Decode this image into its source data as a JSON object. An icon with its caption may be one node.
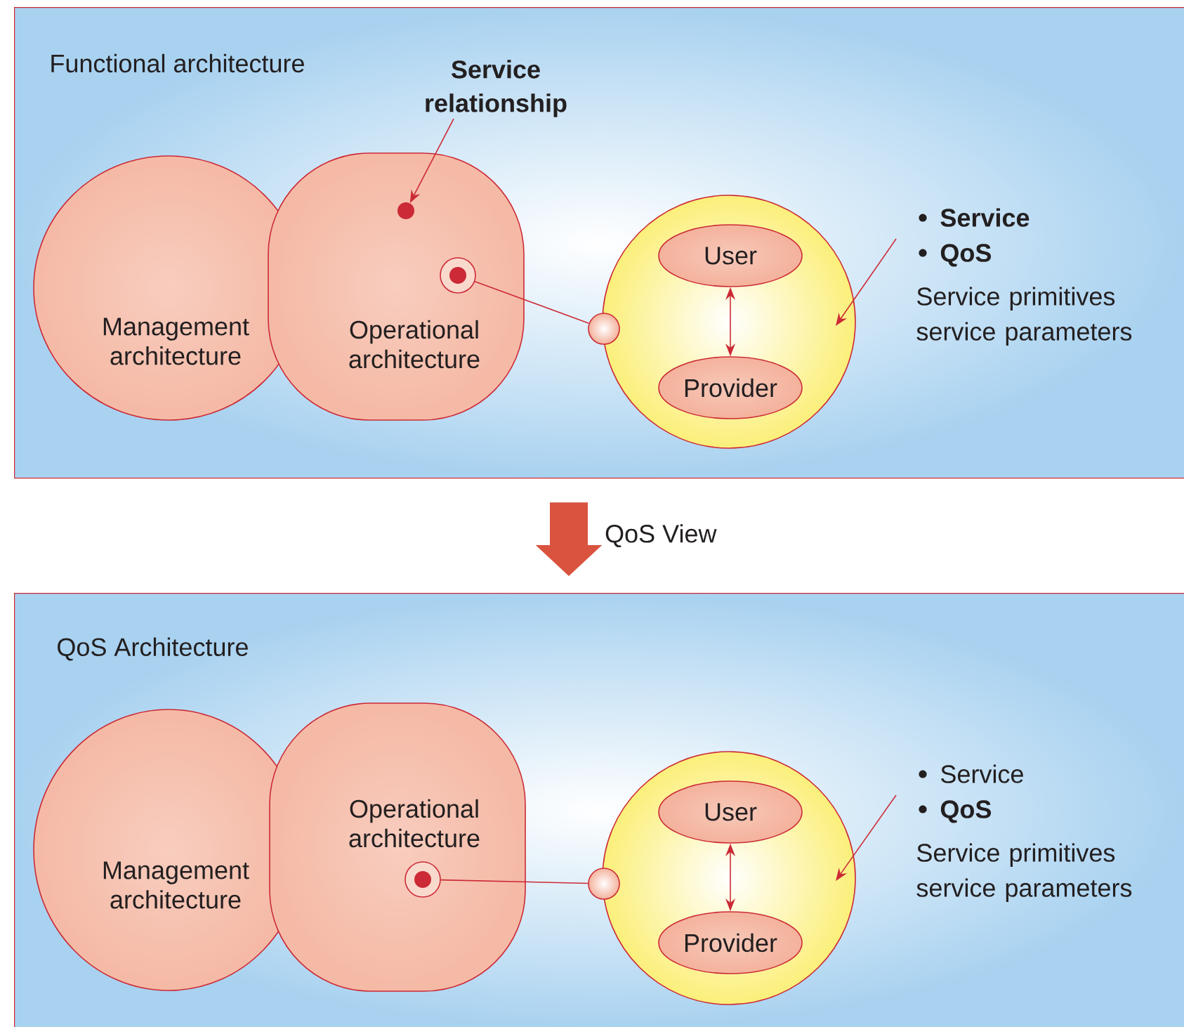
{
  "diagram": {
    "nodes": [
      {
        "text": [
          "Functional architecture"
        ]
      },
      {
        "text": [
          "Management architecture"
        ],
        "in": 0
      },
      {
        "text": [
          "Operational architecture"
        ],
        "in": 0
      },
      {
        "text": [
          "Service relationship"
        ],
        "in": 0
      },
      {
        "text": [],
        "shape": "circle",
        "in": 2
      },
      {
        "text": [],
        "shape": "circle",
        "in": 2
      },
      {
        "text": [],
        "shape": "circle",
        "in": 0
      },
      {
        "text": [],
        "shape": "circle",
        "in": 0
      },
      {
        "text": [
          "User"
        ],
        "in": 6
      },
      {
        "text": [
          "Provider"
        ],
        "in": 6
      },
      {
        "text": [
          "Service",
          "QoS",
          "Service primitives service parameters"
        ],
        "in": 0
      },
      {
        "text": [
          "QoS Architecture"
        ]
      },
      {
        "text": [
          "Management architecture"
        ],
        "in": 11
      },
      {
        "text": [
          "Operational architecture"
        ],
        "in": 11
      },
      {
        "text": [],
        "shape": "circle",
        "in": 13
      },
      {
        "text": [],
        "shape": "circle",
        "in": 11
      },
      {
        "text": [],
        "shape": "circle",
        "in": 11
      },
      {
        "text": [
          "User"
        ],
        "in": 15
      },
      {
        "text": [
          "Provider"
        ],
        "in": 15
      },
      {
        "text": [
          "Service",
          "QoS",
          "Service primitives service parameters"
        ],
        "in": 11
      }
    ],
    "edges": [
      {
        "from": 3,
        "to": 4,
        "arrow": "to"
      },
      {
        "from": 5,
        "to": 7,
        "arrow": "none"
      },
      {
        "from": 8,
        "to": 9,
        "arrow": "both"
      },
      {
        "from": 10,
        "to": 6,
        "arrow": "to"
      },
      {
        "from": 0,
        "to": 11,
        "arrow": "to",
        "label": "QoS View",
        "style": "thick"
      },
      {
        "from": 14,
        "to": 16,
        "arrow": "none"
      },
      {
        "from": 17,
        "to": 18,
        "arrow": "both"
      },
      {
        "from": 19,
        "to": 15,
        "arrow": "to"
      }
    ]
  }
}
